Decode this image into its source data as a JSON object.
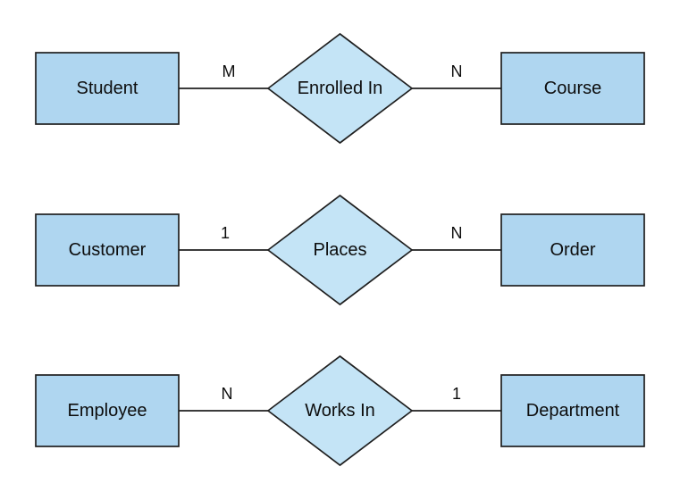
{
  "diagram": {
    "type": "entity-relationship",
    "background": "#ffffff",
    "colors": {
      "entity_fill": "#afd6f0",
      "relationship_fill": "#c4e4f6",
      "stroke": "#1f1f1f",
      "text": "#0d0d0d"
    },
    "rows": [
      {
        "left_entity": "Student",
        "left_cardinality": "M",
        "relationship": "Enrolled In",
        "right_cardinality": "N",
        "right_entity": "Course"
      },
      {
        "left_entity": "Customer",
        "left_cardinality": "1",
        "relationship": "Places",
        "right_cardinality": "N",
        "right_entity": "Order"
      },
      {
        "left_entity": "Employee",
        "left_cardinality": "N",
        "relationship": "Works In",
        "right_cardinality": "1",
        "right_entity": "Department"
      }
    ]
  }
}
